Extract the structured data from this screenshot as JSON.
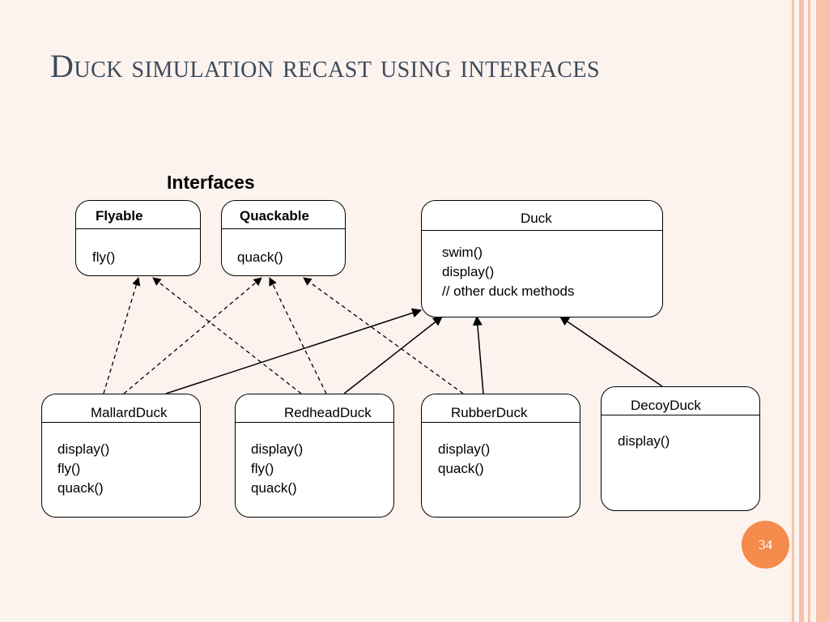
{
  "slide": {
    "title": "Duck simulation recast using interfaces",
    "page_number": "34",
    "colors": {
      "background": "#fdf3ee",
      "accent": "#f58b4c",
      "stripe": "#f6c2aa",
      "title": "#3c4a5c"
    }
  },
  "diagram": {
    "interfaces_label": "Interfaces",
    "classes": {
      "flyable": {
        "name": "Flyable",
        "methods": [
          "fly()"
        ]
      },
      "quackable": {
        "name": "Quackable",
        "methods": [
          "quack()"
        ]
      },
      "duck": {
        "name": "Duck",
        "methods": [
          "swim()",
          "display()",
          "// other duck methods"
        ]
      },
      "mallard": {
        "name": "MallardDuck",
        "methods": [
          "display()",
          "fly()",
          "quack()"
        ]
      },
      "redhead": {
        "name": "RedheadDuck",
        "methods": [
          "display()",
          "fly()",
          "quack()"
        ]
      },
      "rubber": {
        "name": "RubberDuck",
        "methods": [
          "display()",
          "quack()"
        ]
      },
      "decoy": {
        "name": "DecoyDuck",
        "methods": [
          "display()"
        ]
      }
    },
    "relationships": [
      {
        "from": "MallardDuck",
        "to": "Flyable",
        "kind": "implements"
      },
      {
        "from": "MallardDuck",
        "to": "Quackable",
        "kind": "implements"
      },
      {
        "from": "MallardDuck",
        "to": "Duck",
        "kind": "extends"
      },
      {
        "from": "RedheadDuck",
        "to": "Flyable",
        "kind": "implements"
      },
      {
        "from": "RedheadDuck",
        "to": "Quackable",
        "kind": "implements"
      },
      {
        "from": "RedheadDuck",
        "to": "Duck",
        "kind": "extends"
      },
      {
        "from": "RubberDuck",
        "to": "Quackable",
        "kind": "implements"
      },
      {
        "from": "RubberDuck",
        "to": "Duck",
        "kind": "extends"
      },
      {
        "from": "DecoyDuck",
        "to": "Duck",
        "kind": "extends"
      }
    ]
  }
}
